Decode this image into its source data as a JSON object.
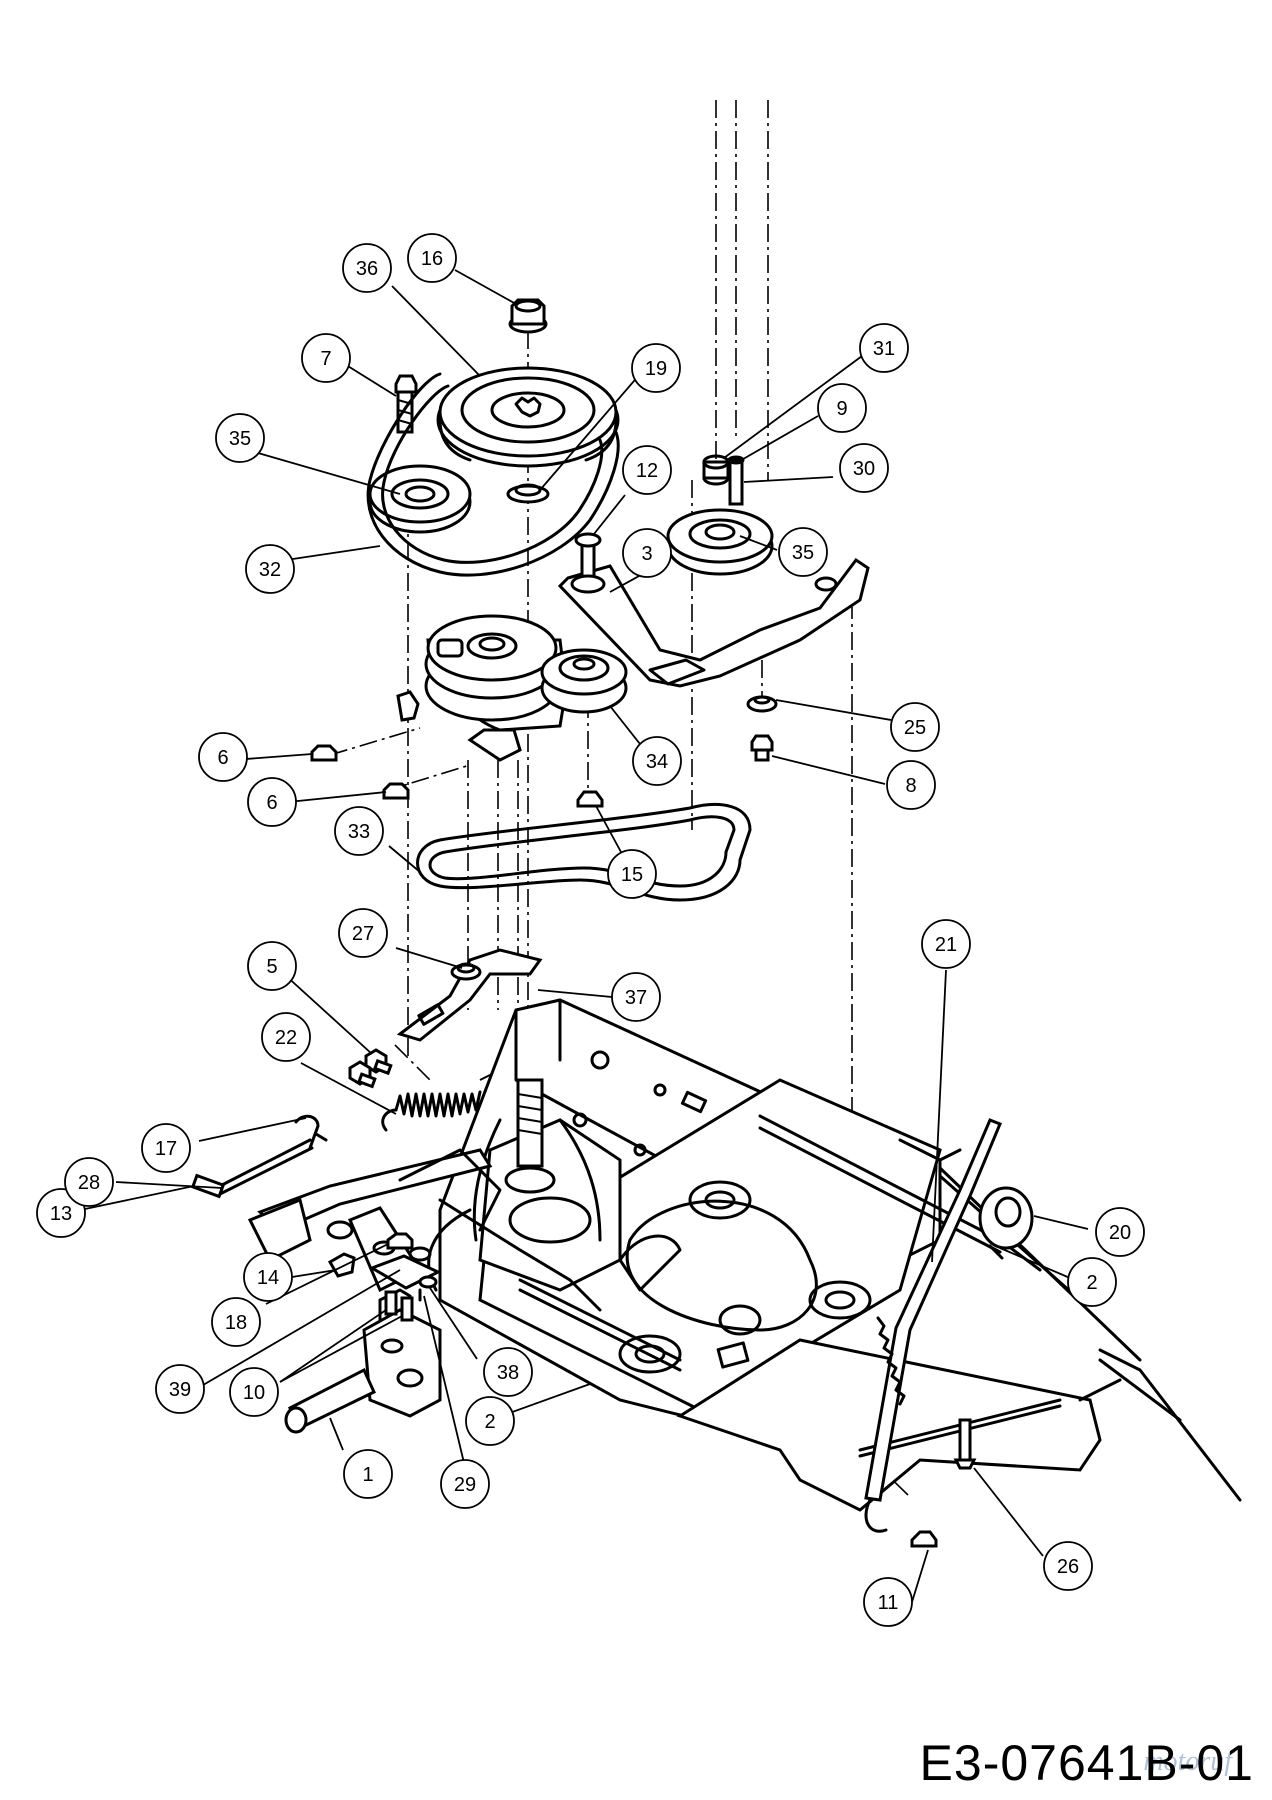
{
  "diagram": {
    "drawing_code": "E3-07641B-01",
    "watermark": "motoruf",
    "callouts": [
      {
        "label": "1"
      },
      {
        "label": "2"
      },
      {
        "label": "2"
      },
      {
        "label": "3"
      },
      {
        "label": "5"
      },
      {
        "label": "6"
      },
      {
        "label": "6"
      },
      {
        "label": "7"
      },
      {
        "label": "8"
      },
      {
        "label": "9"
      },
      {
        "label": "10"
      },
      {
        "label": "11"
      },
      {
        "label": "12"
      },
      {
        "label": "13"
      },
      {
        "label": "14"
      },
      {
        "label": "15"
      },
      {
        "label": "16"
      },
      {
        "label": "17"
      },
      {
        "label": "18"
      },
      {
        "label": "19"
      },
      {
        "label": "20"
      },
      {
        "label": "21"
      },
      {
        "label": "22"
      },
      {
        "label": "25"
      },
      {
        "label": "26"
      },
      {
        "label": "27"
      },
      {
        "label": "28"
      },
      {
        "label": "29"
      },
      {
        "label": "30"
      },
      {
        "label": "31"
      },
      {
        "label": "32"
      },
      {
        "label": "33"
      },
      {
        "label": "34"
      },
      {
        "label": "35"
      },
      {
        "label": "35"
      },
      {
        "label": "36"
      },
      {
        "label": "37"
      },
      {
        "label": "38"
      },
      {
        "label": "39"
      }
    ]
  }
}
